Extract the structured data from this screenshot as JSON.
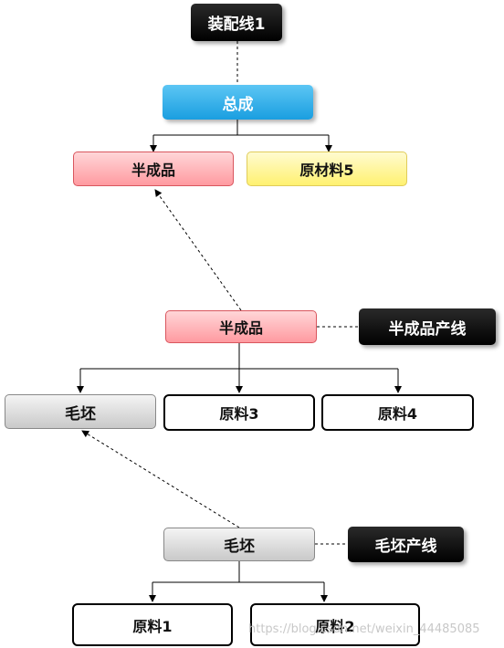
{
  "nodes": {
    "assembly_line": "装配线1",
    "final_assembly": "总成",
    "semi_top": "半成品",
    "raw5": "原材料5",
    "semi_mid": "半成品",
    "semi_line": "半成品产线",
    "blank_left": "毛坯",
    "raw3": "原料3",
    "raw4": "原料4",
    "blank_mid": "毛坯",
    "blank_line": "毛坯产线",
    "raw1": "原料1",
    "raw2": "原料2"
  },
  "watermark": "https://blog.csdn.net/weixin_44485085"
}
